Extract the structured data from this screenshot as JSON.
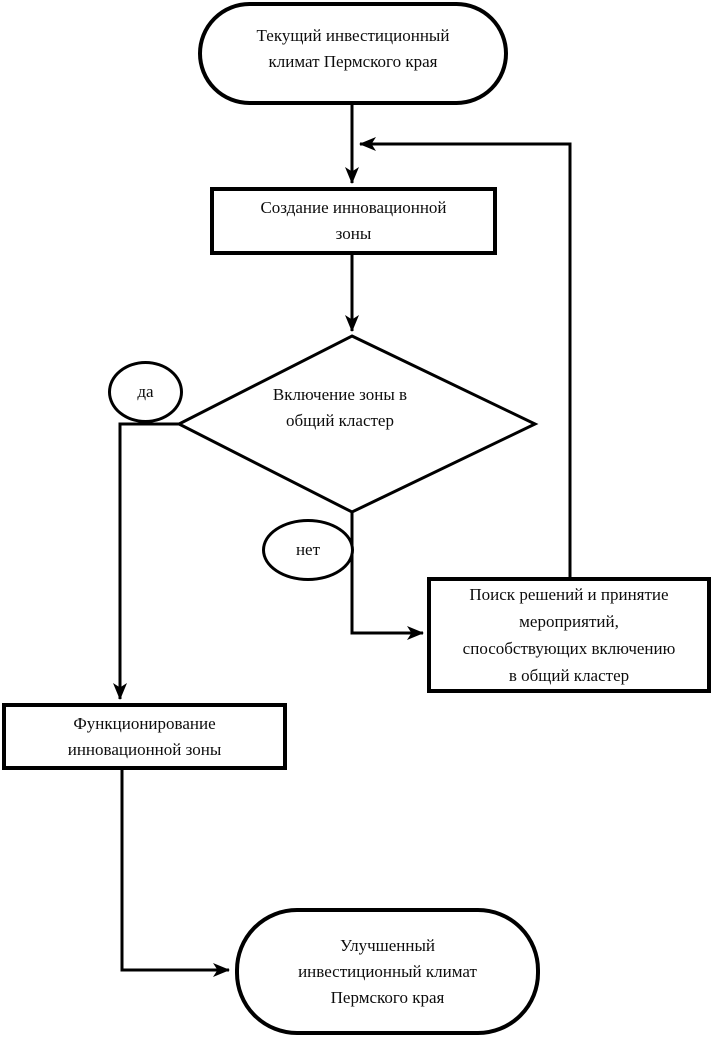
{
  "diagram": {
    "type": "flowchart",
    "language": "ru",
    "colors": {
      "stroke": "#000000",
      "node_fill": "#ffffff",
      "text": "#0d0d0d",
      "background": "#ffffff"
    },
    "nodes": {
      "start": {
        "shape": "terminator",
        "label": "Текущий инвестиционный\nклимат Пермского края"
      },
      "create_zone": {
        "shape": "process",
        "label": "Создание инновационной\nзоны"
      },
      "decision": {
        "shape": "decision",
        "label": "Включение зоны в\nобщий кластер"
      },
      "yes": {
        "shape": "ellipse",
        "label": "да"
      },
      "no": {
        "shape": "ellipse",
        "label": "нет"
      },
      "search_solutions": {
        "shape": "process",
        "label": "Поиск решений и принятие\nмероприятий,\nспособствующих включению\nв общий кластер"
      },
      "operate_zone": {
        "shape": "process",
        "label": "Функционирование\nинновационной зоны"
      },
      "end": {
        "shape": "terminator",
        "label": "Улучшенный\nинвестиционный климат\nПермского края"
      }
    },
    "edges": [
      {
        "from": "start",
        "to": "create_zone"
      },
      {
        "from": "create_zone",
        "to": "decision"
      },
      {
        "from": "decision",
        "to": "operate_zone",
        "label": "да"
      },
      {
        "from": "decision",
        "to": "search_solutions",
        "label": "нет"
      },
      {
        "from": "search_solutions",
        "to": "create_zone",
        "type": "feedback"
      },
      {
        "from": "operate_zone",
        "to": "end"
      }
    ]
  }
}
